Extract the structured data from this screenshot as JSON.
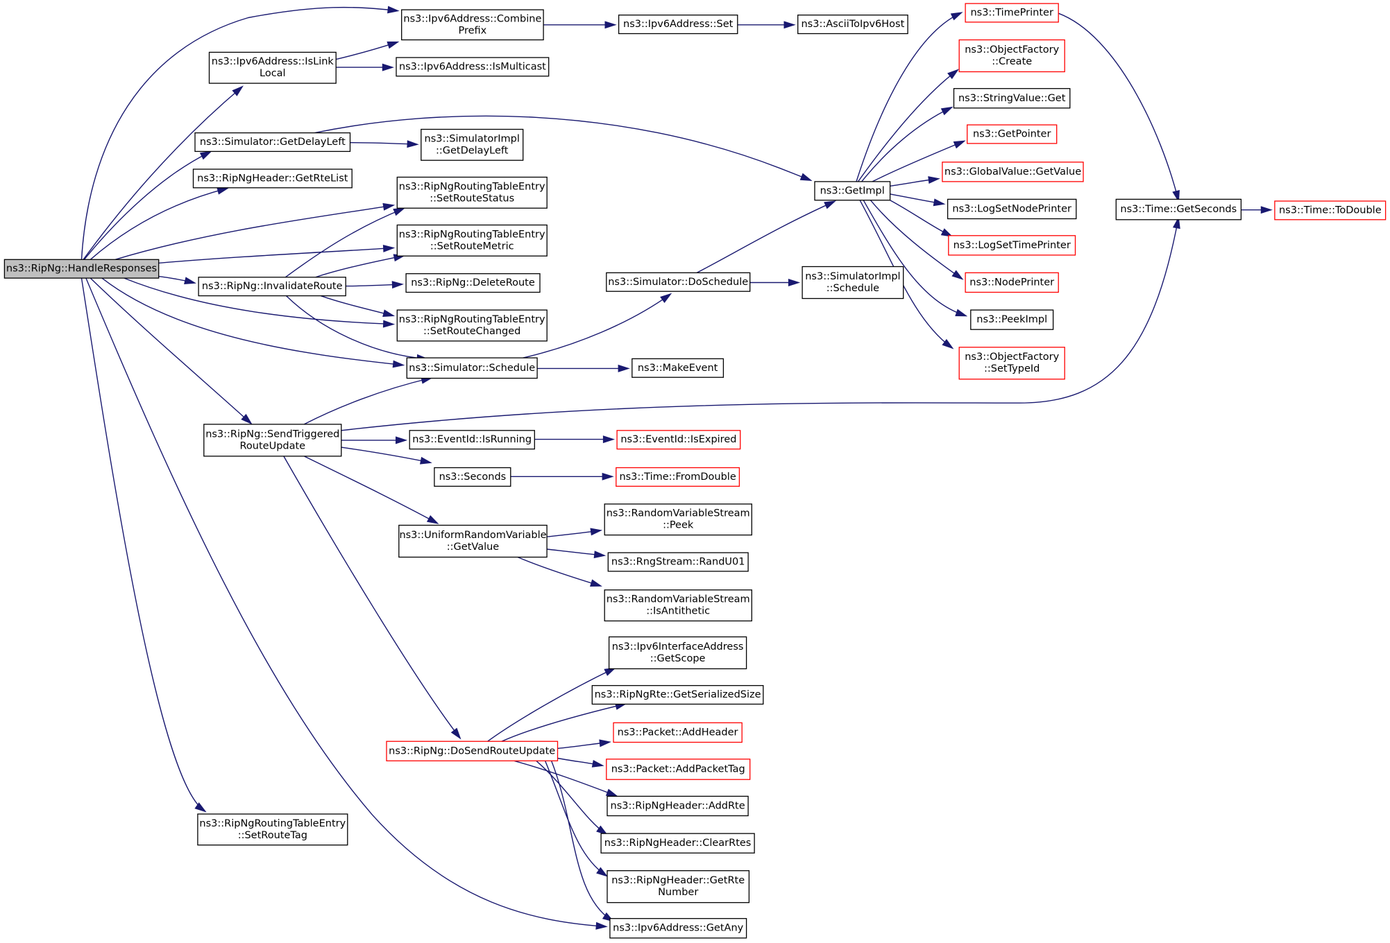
{
  "diagram": {
    "type": "call-graph",
    "colors": {
      "edge": "#191970",
      "node_border": "#000000",
      "node_border_unresolved": "#ff0000",
      "root_fill": "#bfbfbf"
    },
    "nodes": [
      {
        "id": "root",
        "lines": [
          "ns3::RipNg::HandleResponses"
        ],
        "style": "root"
      },
      {
        "id": "combine",
        "lines": [
          "ns3::Ipv6Address::Combine",
          "Prefix"
        ]
      },
      {
        "id": "v6set",
        "lines": [
          "ns3::Ipv6Address::Set"
        ]
      },
      {
        "id": "ascii",
        "lines": [
          "ns3::AsciiToIpv6Host"
        ]
      },
      {
        "id": "islink",
        "lines": [
          "ns3::Ipv6Address::IsLink",
          "Local"
        ]
      },
      {
        "id": "ismc",
        "lines": [
          "ns3::Ipv6Address::IsMulticast"
        ]
      },
      {
        "id": "getdelay",
        "lines": [
          "ns3::Simulator::GetDelayLeft"
        ]
      },
      {
        "id": "implgetdelay",
        "lines": [
          "ns3::SimulatorImpl",
          "::GetDelayLeft"
        ]
      },
      {
        "id": "rtelist",
        "lines": [
          "ns3::RipNgHeader::GetRteList"
        ]
      },
      {
        "id": "setstatus",
        "lines": [
          "ns3::RipNgRoutingTableEntry",
          "::SetRouteStatus"
        ]
      },
      {
        "id": "setmetric",
        "lines": [
          "ns3::RipNgRoutingTableEntry",
          "::SetRouteMetric"
        ]
      },
      {
        "id": "invalidate",
        "lines": [
          "ns3::RipNg::InvalidateRoute"
        ]
      },
      {
        "id": "deleteroute",
        "lines": [
          "ns3::RipNg::DeleteRoute"
        ]
      },
      {
        "id": "setchanged",
        "lines": [
          "ns3::RipNgRoutingTableEntry",
          "::SetRouteChanged"
        ]
      },
      {
        "id": "schedule",
        "lines": [
          "ns3::Simulator::Schedule"
        ]
      },
      {
        "id": "makeevent",
        "lines": [
          "ns3::MakeEvent"
        ]
      },
      {
        "id": "doschedule",
        "lines": [
          "ns3::Simulator::DoSchedule"
        ]
      },
      {
        "id": "implschedule",
        "lines": [
          "ns3::SimulatorImpl",
          "::Schedule"
        ]
      },
      {
        "id": "getimpl",
        "lines": [
          "ns3::GetImpl"
        ]
      },
      {
        "id": "timeprinter",
        "lines": [
          "ns3::TimePrinter"
        ],
        "style": "red"
      },
      {
        "id": "ofcreate",
        "lines": [
          "ns3::ObjectFactory",
          "::Create"
        ],
        "style": "red"
      },
      {
        "id": "strget",
        "lines": [
          "ns3::StringValue::Get"
        ]
      },
      {
        "id": "getpointer",
        "lines": [
          "ns3::GetPointer"
        ],
        "style": "red"
      },
      {
        "id": "gvget",
        "lines": [
          "ns3::GlobalValue::GetValue"
        ],
        "style": "red"
      },
      {
        "id": "lognode",
        "lines": [
          "ns3::LogSetNodePrinter"
        ]
      },
      {
        "id": "logtime",
        "lines": [
          "ns3::LogSetTimePrinter"
        ],
        "style": "red"
      },
      {
        "id": "nodeprinter",
        "lines": [
          "ns3::NodePrinter"
        ],
        "style": "red"
      },
      {
        "id": "peekimpl",
        "lines": [
          "ns3::PeekImpl"
        ]
      },
      {
        "id": "settypeid",
        "lines": [
          "ns3::ObjectFactory",
          "::SetTypeId"
        ],
        "style": "red"
      },
      {
        "id": "getseconds",
        "lines": [
          "ns3::Time::GetSeconds"
        ]
      },
      {
        "id": "todouble",
        "lines": [
          "ns3::Time::ToDouble"
        ],
        "style": "red"
      },
      {
        "id": "sendtrig",
        "lines": [
          "ns3::RipNg::SendTriggered",
          "RouteUpdate"
        ]
      },
      {
        "id": "isrunning",
        "lines": [
          "ns3::EventId::IsRunning"
        ]
      },
      {
        "id": "isexpired",
        "lines": [
          "ns3::EventId::IsExpired"
        ],
        "style": "red"
      },
      {
        "id": "seconds",
        "lines": [
          "ns3::Seconds"
        ]
      },
      {
        "id": "fromdouble",
        "lines": [
          "ns3::Time::FromDouble"
        ],
        "style": "red"
      },
      {
        "id": "urvget",
        "lines": [
          "ns3::UniformRandomVariable",
          "::GetValue"
        ]
      },
      {
        "id": "rvspeek",
        "lines": [
          "ns3::RandomVariableStream",
          "::Peek"
        ]
      },
      {
        "id": "randu01",
        "lines": [
          "ns3::RngStream::RandU01"
        ]
      },
      {
        "id": "isanti",
        "lines": [
          "ns3::RandomVariableStream",
          "::IsAntithetic"
        ]
      },
      {
        "id": "getscope",
        "lines": [
          "ns3::Ipv6InterfaceAddress",
          "::GetScope"
        ]
      },
      {
        "id": "sersize",
        "lines": [
          "ns3::RipNgRte::GetSerializedSize"
        ]
      },
      {
        "id": "dosend",
        "lines": [
          "ns3::RipNg::DoSendRouteUpdate"
        ],
        "style": "red"
      },
      {
        "id": "addheader",
        "lines": [
          "ns3::Packet::AddHeader"
        ],
        "style": "red"
      },
      {
        "id": "addtag",
        "lines": [
          "ns3::Packet::AddPacketTag"
        ],
        "style": "red"
      },
      {
        "id": "addrte",
        "lines": [
          "ns3::RipNgHeader::AddRte"
        ]
      },
      {
        "id": "clearrtes",
        "lines": [
          "ns3::RipNgHeader::ClearRtes"
        ]
      },
      {
        "id": "getrtenum",
        "lines": [
          "ns3::RipNgHeader::GetRte",
          "Number"
        ]
      },
      {
        "id": "getany",
        "lines": [
          "ns3::Ipv6Address::GetAny"
        ]
      },
      {
        "id": "setroutetag",
        "lines": [
          "ns3::RipNgRoutingTableEntry",
          "::SetRouteTag"
        ]
      }
    ],
    "edges": [
      [
        "root",
        "combine"
      ],
      [
        "root",
        "islink"
      ],
      [
        "root",
        "getdelay"
      ],
      [
        "root",
        "rtelist"
      ],
      [
        "root",
        "setstatus"
      ],
      [
        "root",
        "setmetric"
      ],
      [
        "root",
        "invalidate"
      ],
      [
        "root",
        "setchanged"
      ],
      [
        "root",
        "schedule"
      ],
      [
        "root",
        "sendtrig"
      ],
      [
        "root",
        "getany"
      ],
      [
        "root",
        "setroutetag"
      ],
      [
        "islink",
        "combine"
      ],
      [
        "islink",
        "ismc"
      ],
      [
        "combine",
        "v6set"
      ],
      [
        "v6set",
        "ascii"
      ],
      [
        "getdelay",
        "implgetdelay"
      ],
      [
        "getdelay",
        "getimpl"
      ],
      [
        "invalidate",
        "setstatus"
      ],
      [
        "invalidate",
        "setmetric"
      ],
      [
        "invalidate",
        "deleteroute"
      ],
      [
        "invalidate",
        "setchanged"
      ],
      [
        "invalidate",
        "schedule"
      ],
      [
        "schedule",
        "makeevent"
      ],
      [
        "schedule",
        "doschedule"
      ],
      [
        "doschedule",
        "implschedule"
      ],
      [
        "doschedule",
        "getimpl"
      ],
      [
        "getimpl",
        "timeprinter"
      ],
      [
        "getimpl",
        "ofcreate"
      ],
      [
        "getimpl",
        "strget"
      ],
      [
        "getimpl",
        "getpointer"
      ],
      [
        "getimpl",
        "gvget"
      ],
      [
        "getimpl",
        "lognode"
      ],
      [
        "getimpl",
        "logtime"
      ],
      [
        "getimpl",
        "nodeprinter"
      ],
      [
        "getimpl",
        "peekimpl"
      ],
      [
        "getimpl",
        "settypeid"
      ],
      [
        "timeprinter",
        "getseconds"
      ],
      [
        "getseconds",
        "todouble"
      ],
      [
        "sendtrig",
        "schedule"
      ],
      [
        "sendtrig",
        "getseconds"
      ],
      [
        "sendtrig",
        "isrunning"
      ],
      [
        "sendtrig",
        "seconds"
      ],
      [
        "sendtrig",
        "urvget"
      ],
      [
        "sendtrig",
        "dosend"
      ],
      [
        "isrunning",
        "isexpired"
      ],
      [
        "seconds",
        "fromdouble"
      ],
      [
        "urvget",
        "rvspeek"
      ],
      [
        "urvget",
        "randu01"
      ],
      [
        "urvget",
        "isanti"
      ],
      [
        "dosend",
        "getscope"
      ],
      [
        "dosend",
        "sersize"
      ],
      [
        "dosend",
        "addheader"
      ],
      [
        "dosend",
        "addtag"
      ],
      [
        "dosend",
        "addrte"
      ],
      [
        "dosend",
        "clearrtes"
      ],
      [
        "dosend",
        "getrtenum"
      ],
      [
        "dosend",
        "getany"
      ]
    ]
  }
}
